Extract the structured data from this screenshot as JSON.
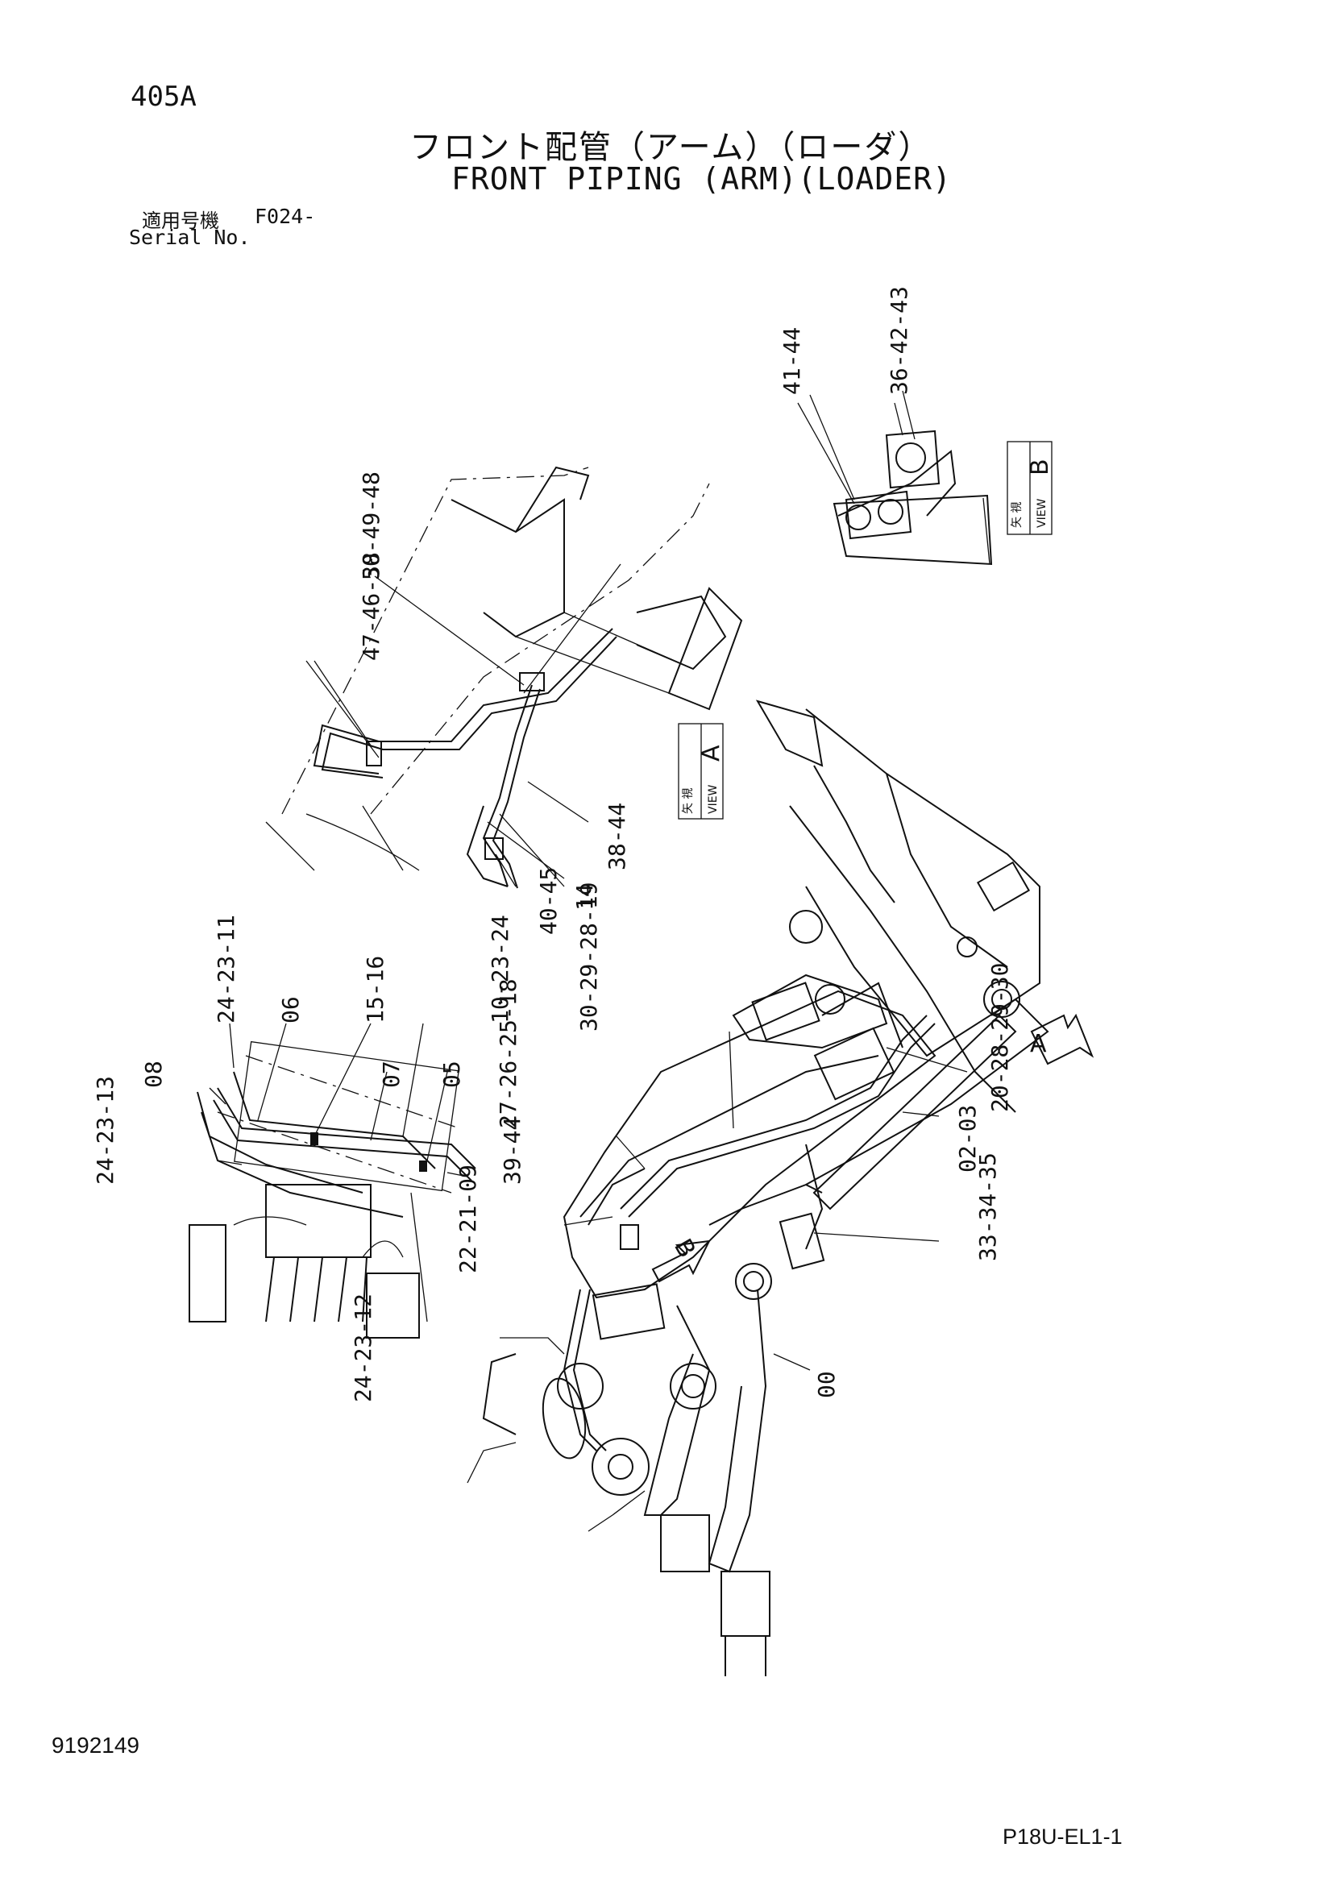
{
  "header": {
    "page_number": "405A",
    "title_jp": "フロント配管（アーム）（ローダ）",
    "title_en": "FRONT PIPING (ARM)(LOADER)",
    "serial_label_jp": "適用号機",
    "serial_value": "F024-",
    "serial_label_en": "Serial No."
  },
  "footer": {
    "document_number": "9192149",
    "code": "P18U-EL1-1"
  },
  "views": {
    "view_a": {
      "kanji": "矢 視",
      "word": "VIEW",
      "letter": "A"
    },
    "view_b": {
      "kanji": "矢 視",
      "word": "VIEW",
      "letter": "B"
    }
  },
  "callouts": {
    "c1": "41-44",
    "c2": "36-42-43",
    "c3": "50-49-48",
    "c4": "47-46-38",
    "c5": "38-44",
    "c6": "14",
    "c7": "40-45",
    "c8": "24-23-11",
    "c9": "06",
    "c10": "15-16",
    "c11": "10-23-24",
    "c12": "08",
    "c13": "07",
    "c14": "05",
    "c15": "24-23-13",
    "c16": "39-44",
    "c17": "24-23-12",
    "c18": "30-29-28-19",
    "c19": "27-26-25-18",
    "c20": "20-28-29-30",
    "c21": "02-03",
    "c22": "22-21-09",
    "c23": "33-34-35",
    "c24": "00"
  },
  "markers": {
    "arrow_a": "A",
    "arrow_b": "B"
  }
}
